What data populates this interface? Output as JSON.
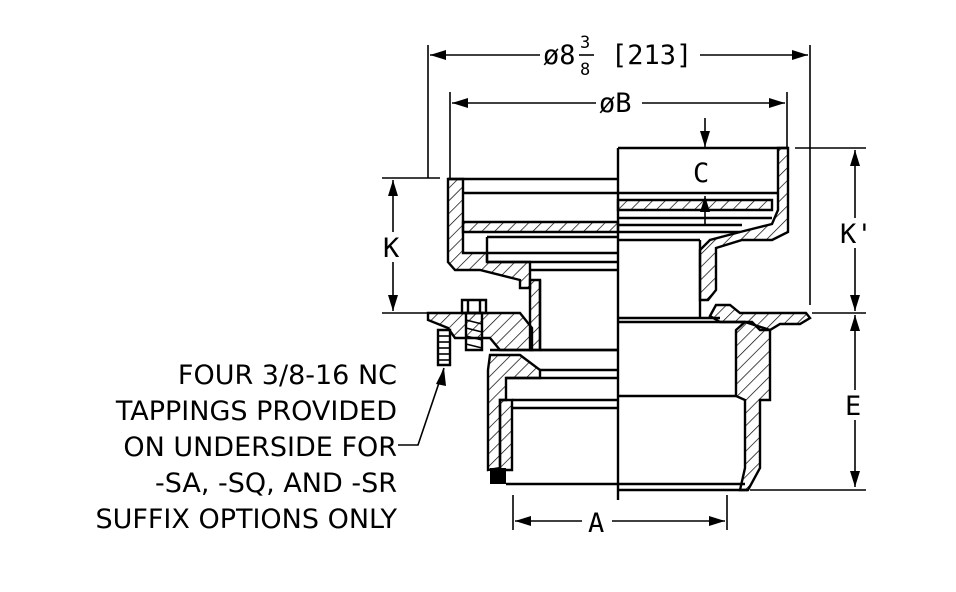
{
  "dimensions": {
    "overall_diameter_prefix": "ø8",
    "overall_diameter_frac_num": "3",
    "overall_diameter_frac_den": "8",
    "overall_diameter_metric": "[213]",
    "diameter_b": "øB",
    "dim_c": "C",
    "dim_k": "K",
    "dim_k_prime": "K'",
    "dim_e": "E",
    "dim_a": "A"
  },
  "note": {
    "line1": "FOUR 3/8-16 NC",
    "line2": "TAPPINGS PROVIDED",
    "line3": "ON UNDERSIDE FOR",
    "line4": "-SA, -SQ, AND -SR",
    "line5": "SUFFIX OPTIONS ONLY"
  }
}
